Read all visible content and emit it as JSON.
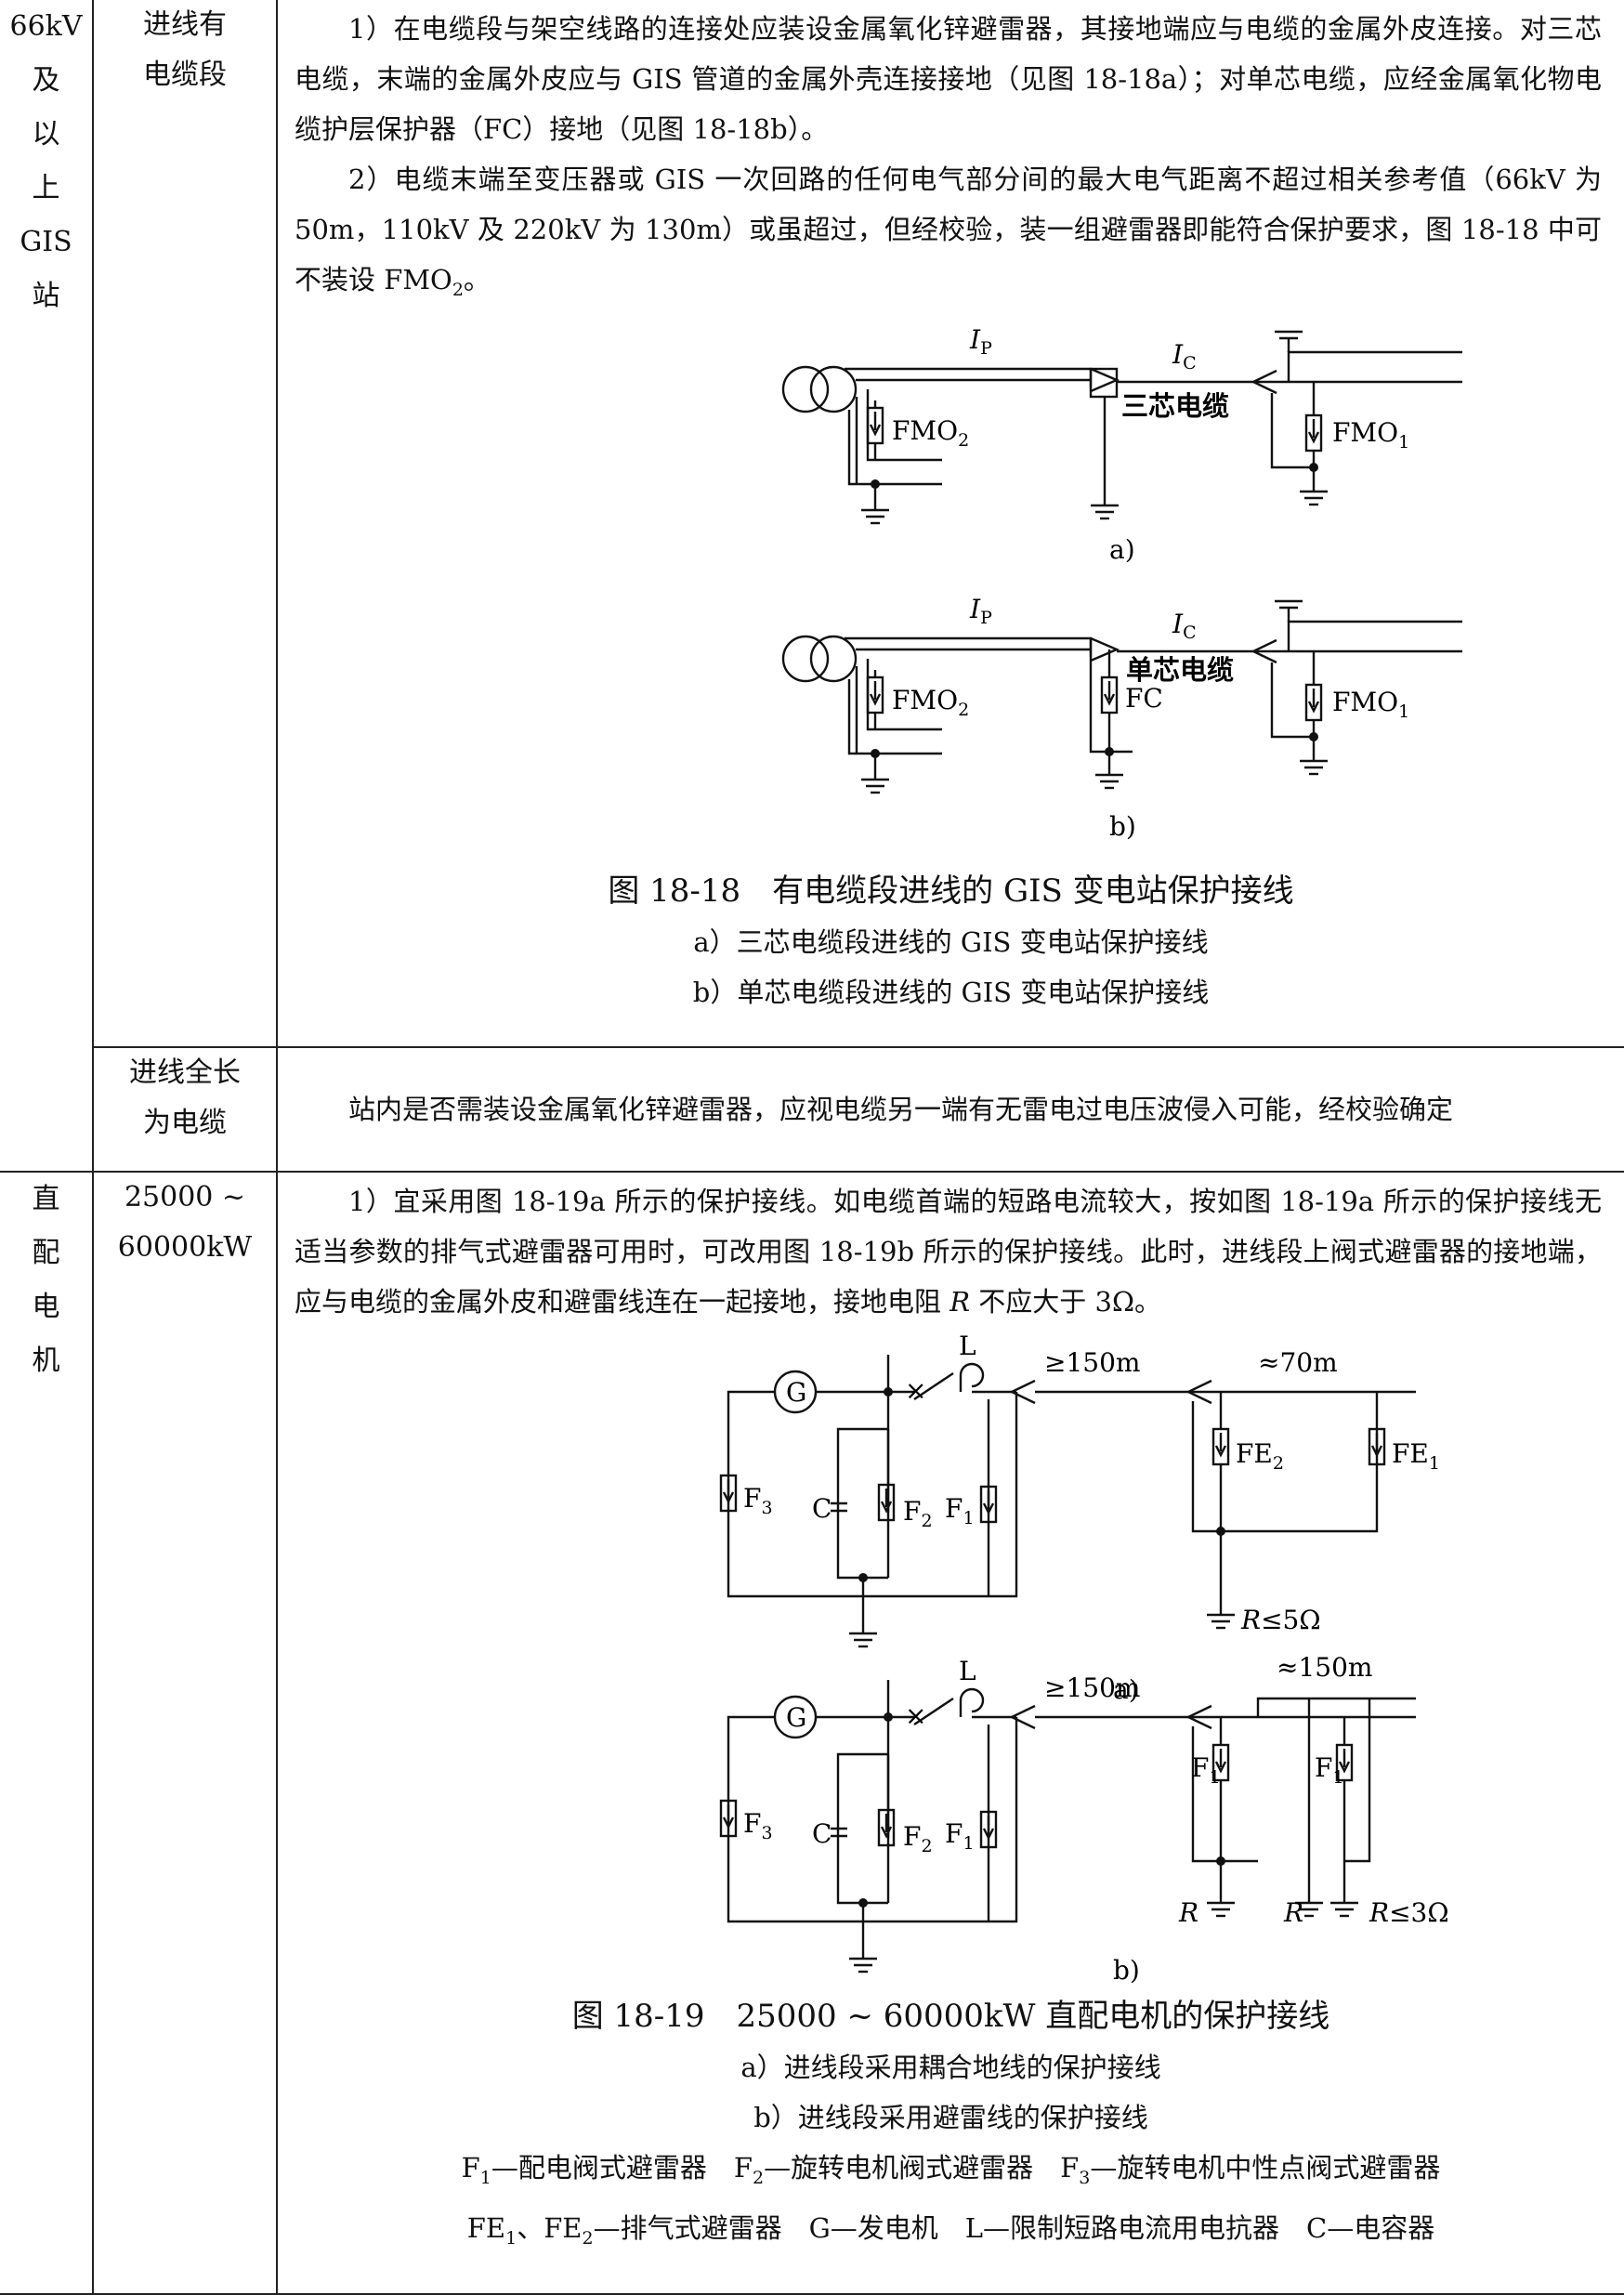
{
  "rows": {
    "gis": {
      "category": [
        "66kV",
        "及",
        "以",
        "上",
        "GIS",
        "站"
      ],
      "sub1_label": [
        "进线有",
        "电缆段"
      ],
      "sub1_p1": "1）在电缆段与架空线路的连接处应装设金属氧化锌避雷器，其接地端应与电缆的金属外皮连接。对三芯电缆，末端的金属外皮应与 GIS 管道的金属外壳连接接地（见图 18-18a）；对单芯电缆，应经金属氧化物电缆护层保护器（FC）接地（见图 18-18b）。",
      "sub1_p2_main": "2）电缆末端至变压器或 GIS 一次回路的任何电气部分间的最大电气距离不超过相关参考值（66kV 为 50m，110kV 及 220kV 为 130m）或虽超过，但经校验，装一组避雷器即能符合保护要求，图 18-18 中可不装设 FMO",
      "sub1_p2_sub": "2",
      "sub1_p2_end": "。",
      "fig18": {
        "IP": "I",
        "IP_sub": "P",
        "IC": "I",
        "IC_sub": "C",
        "fmo2": "FMO",
        "fmo2_sub": "2",
        "fmo1": "FMO",
        "fmo1_sub": "1",
        "cable_a": "三芯电缆",
        "cable_b": "单芯电缆",
        "fc": "FC",
        "label_a": "a)",
        "label_b": "b)"
      },
      "fig18_caption": "图 18-18　有电缆段进线的 GIS 变电站保护接线",
      "fig18_sub_a": "a）三芯电缆段进线的 GIS 变电站保护接线",
      "fig18_sub_b": "b）单芯电缆段进线的 GIS 变电站保护接线",
      "sub2_label": [
        "进线全长",
        "为电缆"
      ],
      "sub2_text": "站内是否需装设金属氧化锌避雷器，应视电缆另一端有无雷电过电压波侵入可能，经校验确定"
    },
    "motor": {
      "category": [
        "直",
        "配",
        "电",
        "机"
      ],
      "sub_label": [
        "25000 ~",
        "60000kW"
      ],
      "p1_a": "1）宜采用图 18-19a 所示的保护接线。如电缆首端的短路电流较大，按如图 18-19a 所示的保护接线无适当参数的排气式避雷器可用时，可改用图 18-19b 所示的保护接线。此时，进线段上阀式避雷器的接地端，应与电缆的金属外皮和避雷线连在一起接地，接地电阻 ",
      "p1_r": "R",
      "p1_b": " 不应大于 3Ω。",
      "fig19": {
        "G": "G",
        "L": "L",
        "d150": "≥150m",
        "d70": "≈70m",
        "d150b": "≈150m",
        "F": "F",
        "F1sub": "1",
        "F2sub": "2",
        "F3sub": "3",
        "FE": "FE",
        "FE1sub": "1",
        "FE2sub": "2",
        "C": "C",
        "R": "R",
        "R5": "≤5Ω",
        "R3": "≤3Ω",
        "label_a": "a)",
        "label_b": "b)"
      },
      "fig19_caption": "图 18-19　25000 ~ 60000kW 直配电机的保护接线",
      "fig19_sub_a": "a）进线段采用耦合地线的保护接线",
      "fig19_sub_b": "b）进线段采用避雷线的保护接线",
      "legend1": [
        "F",
        "1",
        "—配电阀式避雷器　F",
        "2",
        "—旋转电机阀式避雷器　F",
        "3",
        "—旋转电机中性点阀式避雷器"
      ],
      "legend2": [
        "FE",
        "1",
        "、FE",
        "2",
        "—排气式避雷器　G—发电机　L—限制短路电流用电抗器　C—电容器"
      ]
    }
  }
}
